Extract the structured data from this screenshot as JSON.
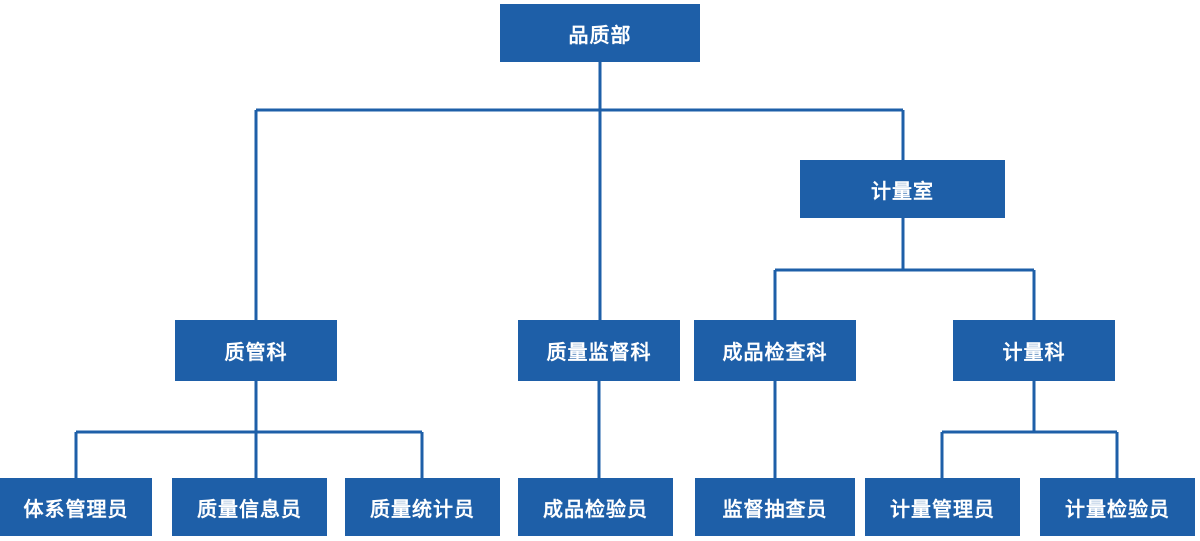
{
  "diagram": {
    "type": "org-chart",
    "accent_color": "#1e5fa8",
    "background_color": "#ffffff",
    "nodes": [
      {
        "id": "quality-dept",
        "label": "品质部",
        "level": 0
      },
      {
        "id": "metrology-office",
        "label": "计量室",
        "level": 1
      },
      {
        "id": "quality-mgmt-section",
        "label": "质管科",
        "level": 2
      },
      {
        "id": "quality-supervision-section",
        "label": "质量监督科",
        "level": 2
      },
      {
        "id": "finished-product-inspection-section",
        "label": "成品检查科",
        "level": 2
      },
      {
        "id": "metrology-section",
        "label": "计量科",
        "level": 2
      },
      {
        "id": "system-administrator",
        "label": "体系管理员",
        "level": 3
      },
      {
        "id": "quality-info-officer",
        "label": "质量信息员",
        "level": 3
      },
      {
        "id": "quality-statistician",
        "label": "质量统计员",
        "level": 3
      },
      {
        "id": "finished-product-inspector",
        "label": "成品检验员",
        "level": 3
      },
      {
        "id": "supervision-sampling-inspector",
        "label": "监督抽查员",
        "level": 3
      },
      {
        "id": "metrology-administrator",
        "label": "计量管理员",
        "level": 3
      },
      {
        "id": "metrology-inspector",
        "label": "计量检验员",
        "level": 3
      }
    ],
    "edges": [
      {
        "from": "quality-dept",
        "to": "quality-mgmt-section"
      },
      {
        "from": "quality-dept",
        "to": "quality-supervision-section"
      },
      {
        "from": "quality-dept",
        "to": "metrology-office"
      },
      {
        "from": "metrology-office",
        "to": "finished-product-inspection-section"
      },
      {
        "from": "metrology-office",
        "to": "metrology-section"
      },
      {
        "from": "quality-mgmt-section",
        "to": "system-administrator"
      },
      {
        "from": "quality-mgmt-section",
        "to": "quality-info-officer"
      },
      {
        "from": "quality-mgmt-section",
        "to": "quality-statistician"
      },
      {
        "from": "quality-supervision-section",
        "to": "finished-product-inspector"
      },
      {
        "from": "finished-product-inspection-section",
        "to": "supervision-sampling-inspector"
      },
      {
        "from": "metrology-section",
        "to": "metrology-administrator"
      },
      {
        "from": "metrology-section",
        "to": "metrology-inspector"
      }
    ]
  }
}
